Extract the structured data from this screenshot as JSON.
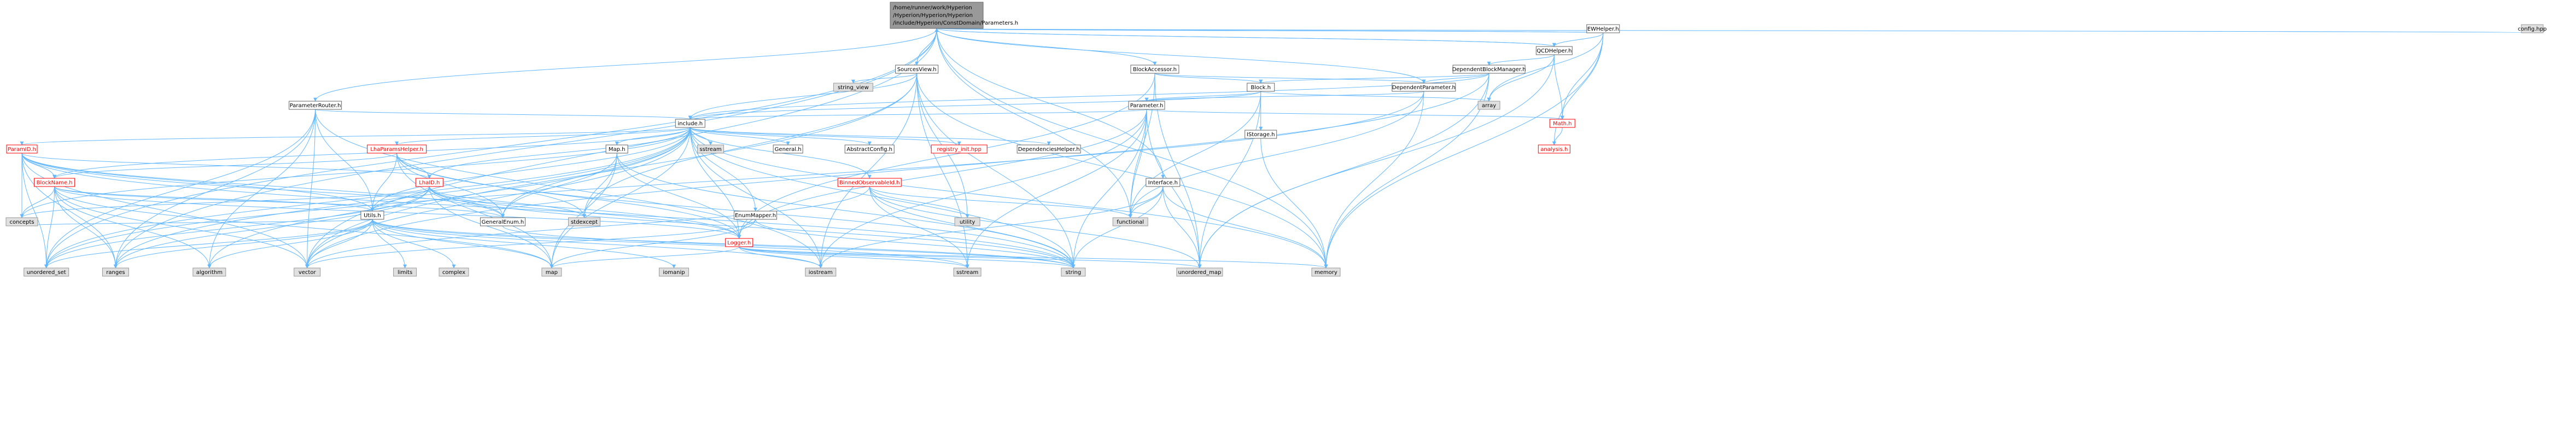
{
  "colors": {
    "edge": "#63b8ff",
    "root_fill": "#999999",
    "highlight_text": "#ff0000",
    "external_fill": "#e0e0e0"
  },
  "root": {
    "label": "/home/runner/work/Hyperion/Hyperion/Hyperion/include/Hyperion/ConstDomain/Parameters.h",
    "lines": [
      "/home/runner/work/Hyperion",
      "/Hyperion/Hyperion/Hyperion",
      "/include/Hyperion/ConstDomain/Parameters.h"
    ]
  },
  "nodes": [
    {
      "id": "config_hpp",
      "label": "config.hpp",
      "kind": "gray"
    },
    {
      "id": "EWHelper",
      "label": "EWHelper.h",
      "kind": "white"
    },
    {
      "id": "QCDHelper",
      "label": "QCDHelper.h",
      "kind": "white"
    },
    {
      "id": "DependentBlockManager",
      "label": "DependentBlockManager.h",
      "kind": "white"
    },
    {
      "id": "BlockAccessor",
      "label": "BlockAccessor.h",
      "kind": "white"
    },
    {
      "id": "SourcesView",
      "label": "SourcesView.h",
      "kind": "white"
    },
    {
      "id": "Block",
      "label": "Block.h",
      "kind": "white"
    },
    {
      "id": "DependentParameter",
      "label": "DependentParameter.h",
      "kind": "white"
    },
    {
      "id": "string_view",
      "label": "string_view",
      "kind": "gray"
    },
    {
      "id": "ParameterRouter",
      "label": "ParameterRouter.h",
      "kind": "white"
    },
    {
      "id": "Parameter",
      "label": "Parameter.h",
      "kind": "white"
    },
    {
      "id": "array",
      "label": "array",
      "kind": "gray"
    },
    {
      "id": "include",
      "label": "include.h",
      "kind": "white"
    },
    {
      "id": "IStorage",
      "label": "IStorage.h",
      "kind": "white"
    },
    {
      "id": "Math",
      "label": "Math.h",
      "kind": "red"
    },
    {
      "id": "analysis",
      "label": "analysis.h",
      "kind": "red"
    },
    {
      "id": "ParamID",
      "label": "ParamID.h",
      "kind": "red"
    },
    {
      "id": "LhaParamsHelper",
      "label": "LhaParamsHelper.h",
      "kind": "red"
    },
    {
      "id": "Map",
      "label": "Map.h",
      "kind": "white"
    },
    {
      "id": "sstream_top",
      "label": "sstream",
      "kind": "gray"
    },
    {
      "id": "General",
      "label": "General.h",
      "kind": "white"
    },
    {
      "id": "AbstractConfig",
      "label": "AbstractConfig.h",
      "kind": "white"
    },
    {
      "id": "registry_init",
      "label": "registry_init.hpp",
      "kind": "red"
    },
    {
      "id": "DependenciesHelper",
      "label": "DependenciesHelper.h",
      "kind": "white"
    },
    {
      "id": "Interface",
      "label": "Interface.h",
      "kind": "white"
    },
    {
      "id": "BlockName",
      "label": "BlockName.h",
      "kind": "red"
    },
    {
      "id": "LhaID",
      "label": "LhaID.h",
      "kind": "red"
    },
    {
      "id": "BinnedObservableId",
      "label": "BinnedObservableId.h",
      "kind": "red"
    },
    {
      "id": "EnumMapper",
      "label": "EnumMapper.h",
      "kind": "white"
    },
    {
      "id": "Utils",
      "label": "Utils.h",
      "kind": "white"
    },
    {
      "id": "GeneralEnum",
      "label": "GeneralEnum.h",
      "kind": "white"
    },
    {
      "id": "stdexcept",
      "label": "stdexcept",
      "kind": "gray"
    },
    {
      "id": "Logger",
      "label": "Logger.h",
      "kind": "red"
    },
    {
      "id": "utility",
      "label": "utility",
      "kind": "gray"
    },
    {
      "id": "functional",
      "label": "functional",
      "kind": "gray"
    },
    {
      "id": "concepts",
      "label": "concepts",
      "kind": "gray"
    },
    {
      "id": "unordered_set",
      "label": "unordered_set",
      "kind": "gray"
    },
    {
      "id": "ranges",
      "label": "ranges",
      "kind": "gray"
    },
    {
      "id": "algorithm",
      "label": "algorithm",
      "kind": "gray"
    },
    {
      "id": "vector",
      "label": "vector",
      "kind": "gray"
    },
    {
      "id": "limits",
      "label": "limits",
      "kind": "gray"
    },
    {
      "id": "complex",
      "label": "complex",
      "kind": "gray"
    },
    {
      "id": "map",
      "label": "map",
      "kind": "gray"
    },
    {
      "id": "iomanip",
      "label": "iomanip",
      "kind": "gray"
    },
    {
      "id": "iostream",
      "label": "iostream",
      "kind": "gray"
    },
    {
      "id": "sstream",
      "label": "sstream",
      "kind": "gray"
    },
    {
      "id": "string",
      "label": "string",
      "kind": "gray"
    },
    {
      "id": "unordered_map",
      "label": "unordered_map",
      "kind": "gray"
    },
    {
      "id": "memory",
      "label": "memory",
      "kind": "gray"
    }
  ],
  "edges": [
    [
      "root",
      "config_hpp"
    ],
    [
      "root",
      "EWHelper"
    ],
    [
      "root",
      "QCDHelper"
    ],
    [
      "root",
      "BlockAccessor"
    ],
    [
      "root",
      "SourcesView"
    ],
    [
      "root",
      "DependentParameter"
    ],
    [
      "root",
      "ParameterRouter"
    ],
    [
      "root",
      "Interface"
    ],
    [
      "root",
      "functional"
    ],
    [
      "root",
      "memory"
    ],
    [
      "root",
      "unordered_set"
    ],
    [
      "root",
      "ranges"
    ],
    [
      "root",
      "vector"
    ],
    [
      "EWHelper",
      "QCDHelper"
    ],
    [
      "EWHelper",
      "Math"
    ],
    [
      "EWHelper",
      "array"
    ],
    [
      "EWHelper",
      "analysis"
    ],
    [
      "EWHelper",
      "memory"
    ],
    [
      "EWHelper",
      "root"
    ],
    [
      "QCDHelper",
      "DependentBlockManager"
    ],
    [
      "QCDHelper",
      "array"
    ],
    [
      "QCDHelper",
      "Math"
    ],
    [
      "QCDHelper",
      "unordered_map"
    ],
    [
      "QCDHelper",
      "root"
    ],
    [
      "DependentBlockManager",
      "Block"
    ],
    [
      "DependentBlockManager",
      "DependentParameter"
    ],
    [
      "DependentBlockManager",
      "include"
    ],
    [
      "DependentBlockManager",
      "memory"
    ],
    [
      "DependentBlockManager",
      "unordered_map"
    ],
    [
      "DependentBlockManager",
      "vector"
    ],
    [
      "BlockAccessor",
      "Block"
    ],
    [
      "BlockAccessor",
      "DependentParameter"
    ],
    [
      "BlockAccessor",
      "Logger"
    ],
    [
      "BlockAccessor",
      "functional"
    ],
    [
      "BlockAccessor",
      "unordered_map"
    ],
    [
      "SourcesView",
      "root"
    ],
    [
      "SourcesView",
      "string_view"
    ],
    [
      "SourcesView",
      "include"
    ],
    [
      "SourcesView",
      "stdexcept"
    ],
    [
      "SourcesView",
      "utility"
    ],
    [
      "SourcesView",
      "vector"
    ],
    [
      "SourcesView",
      "memory"
    ],
    [
      "SourcesView",
      "string"
    ],
    [
      "SourcesView",
      "sstream"
    ],
    [
      "SourcesView",
      "iostream"
    ],
    [
      "Block",
      "Parameter"
    ],
    [
      "Block",
      "IStorage"
    ],
    [
      "Block",
      "include"
    ],
    [
      "Block",
      "array"
    ],
    [
      "Block",
      "functional"
    ],
    [
      "Block",
      "unordered_map"
    ],
    [
      "DependentParameter",
      "Parameter"
    ],
    [
      "DependentParameter",
      "functional"
    ],
    [
      "DependentParameter",
      "memory"
    ],
    [
      "DependentParameter",
      "unordered_set"
    ],
    [
      "ParameterRouter",
      "include"
    ],
    [
      "ParameterRouter",
      "Utils"
    ],
    [
      "ParameterRouter",
      "unordered_set"
    ],
    [
      "ParameterRouter",
      "vector"
    ],
    [
      "ParameterRouter",
      "algorithm"
    ],
    [
      "ParameterRouter",
      "ranges"
    ],
    [
      "ParameterRouter",
      "iostream"
    ],
    [
      "Parameter",
      "include"
    ],
    [
      "Parameter",
      "Math"
    ],
    [
      "Parameter",
      "Logger"
    ],
    [
      "Parameter",
      "functional"
    ],
    [
      "Parameter",
      "iostream"
    ],
    [
      "Parameter",
      "string"
    ],
    [
      "Parameter",
      "sstream"
    ],
    [
      "Parameter",
      "unordered_map"
    ],
    [
      "IStorage",
      "memory"
    ],
    [
      "Math",
      "analysis"
    ],
    [
      "include",
      "ParamID"
    ],
    [
      "include",
      "LhaParamsHelper"
    ],
    [
      "include",
      "Map"
    ],
    [
      "include",
      "sstream_top"
    ],
    [
      "include",
      "General"
    ],
    [
      "include",
      "AbstractConfig"
    ],
    [
      "include",
      "registry_init"
    ],
    [
      "include",
      "DependenciesHelper"
    ],
    [
      "include",
      "BlockName"
    ],
    [
      "include",
      "LhaID"
    ],
    [
      "include",
      "BinnedObservableId"
    ],
    [
      "include",
      "EnumMapper"
    ],
    [
      "include",
      "Utils"
    ],
    [
      "include",
      "GeneralEnum"
    ],
    [
      "include",
      "Logger"
    ],
    [
      "include",
      "concepts"
    ],
    [
      "include",
      "vector"
    ],
    [
      "include",
      "map"
    ],
    [
      "include",
      "string"
    ],
    [
      "include",
      "memory"
    ],
    [
      "include",
      "unordered_set"
    ],
    [
      "include",
      "algorithm"
    ],
    [
      "include",
      "ranges"
    ],
    [
      "include",
      "iostream"
    ],
    [
      "ParamID",
      "BlockName"
    ],
    [
      "ParamID",
      "LhaID"
    ],
    [
      "ParamID",
      "GeneralEnum"
    ],
    [
      "ParamID",
      "Utils"
    ],
    [
      "ParamID",
      "Logger"
    ],
    [
      "ParamID",
      "concepts"
    ],
    [
      "ParamID",
      "unordered_set"
    ],
    [
      "ParamID",
      "string"
    ],
    [
      "ParamID",
      "vector"
    ],
    [
      "ParamID",
      "ranges"
    ],
    [
      "LhaParamsHelper",
      "BlockName"
    ],
    [
      "LhaParamsHelper",
      "LhaID"
    ],
    [
      "LhaParamsHelper",
      "Logger"
    ],
    [
      "LhaParamsHelper",
      "GeneralEnum"
    ],
    [
      "LhaParamsHelper",
      "Utils"
    ],
    [
      "LhaParamsHelper",
      "map"
    ],
    [
      "LhaParamsHelper",
      "string"
    ],
    [
      "LhaParamsHelper",
      "stdexcept"
    ],
    [
      "Map",
      "Logger"
    ],
    [
      "Map",
      "GeneralEnum"
    ],
    [
      "Map",
      "map"
    ],
    [
      "Map",
      "string"
    ],
    [
      "Map",
      "stdexcept"
    ],
    [
      "BinnedObservableId",
      "functional"
    ],
    [
      "BinnedObservableId",
      "utility"
    ],
    [
      "BinnedObservableId",
      "string"
    ],
    [
      "BinnedObservableId",
      "sstream"
    ],
    [
      "BinnedObservableId",
      "vector"
    ],
    [
      "BinnedObservableId",
      "unordered_map"
    ],
    [
      "BlockName",
      "GeneralEnum"
    ],
    [
      "BlockName",
      "Utils"
    ],
    [
      "BlockName",
      "Logger"
    ],
    [
      "BlockName",
      "concepts"
    ],
    [
      "BlockName",
      "unordered_set"
    ],
    [
      "BlockName",
      "algorithm"
    ],
    [
      "BlockName",
      "ranges"
    ],
    [
      "BlockName",
      "vector"
    ],
    [
      "BlockName",
      "map"
    ],
    [
      "LhaID",
      "GeneralEnum"
    ],
    [
      "LhaID",
      "Utils"
    ],
    [
      "LhaID",
      "Logger"
    ],
    [
      "LhaID",
      "stdexcept"
    ],
    [
      "LhaID",
      "concepts"
    ],
    [
      "LhaID",
      "ranges"
    ],
    [
      "LhaID",
      "map"
    ],
    [
      "LhaID",
      "string"
    ],
    [
      "LhaID",
      "unordered_set"
    ],
    [
      "EnumMapper",
      "map"
    ],
    [
      "EnumMapper",
      "string"
    ],
    [
      "EnumMapper",
      "vector"
    ],
    [
      "Utils",
      "limits"
    ],
    [
      "Utils",
      "complex"
    ],
    [
      "Utils",
      "map"
    ],
    [
      "Utils",
      "iomanip"
    ],
    [
      "Utils",
      "iostream"
    ],
    [
      "Utils",
      "sstream"
    ],
    [
      "Utils",
      "string"
    ],
    [
      "Utils",
      "vector"
    ],
    [
      "Utils",
      "algorithm"
    ],
    [
      "Utils",
      "ranges"
    ],
    [
      "Utils",
      "unordered_set"
    ],
    [
      "Utils",
      "concepts"
    ],
    [
      "Logger",
      "iostream"
    ],
    [
      "Logger",
      "sstream"
    ],
    [
      "Logger",
      "string"
    ],
    [
      "Logger",
      "memory"
    ],
    [
      "Logger",
      "unordered_map"
    ],
    [
      "Logger",
      "map"
    ],
    [
      "Interface",
      "functional"
    ],
    [
      "Interface",
      "memory"
    ],
    [
      "Interface",
      "string"
    ],
    [
      "Interface",
      "unordered_map"
    ],
    [
      "Interface",
      "iostream"
    ],
    [
      "GeneralEnum",
      "string"
    ]
  ]
}
